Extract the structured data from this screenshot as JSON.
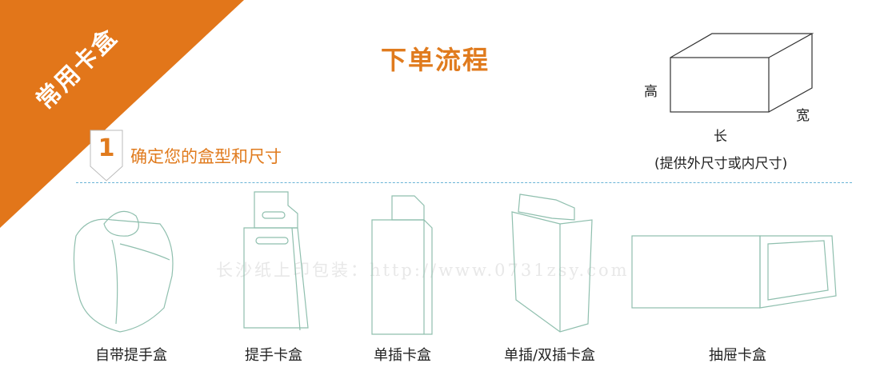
{
  "banner": {
    "label": "常用卡盒",
    "color": "#e2761a"
  },
  "title": "下单流程",
  "step": {
    "number": "1",
    "label": "确定您的盒型和尺寸"
  },
  "dimensions": {
    "height": "高",
    "length": "长",
    "width": "宽",
    "note": "(提供外尺寸或内尺寸)"
  },
  "watermark": "长沙纸上印包装：http://www.0731zsy.com",
  "boxes": [
    {
      "label": "自带提手盒"
    },
    {
      "label": "提手卡盒"
    },
    {
      "label": "单插卡盒"
    },
    {
      "label": "单插/双插卡盒"
    },
    {
      "label": "抽屉卡盒"
    }
  ]
}
